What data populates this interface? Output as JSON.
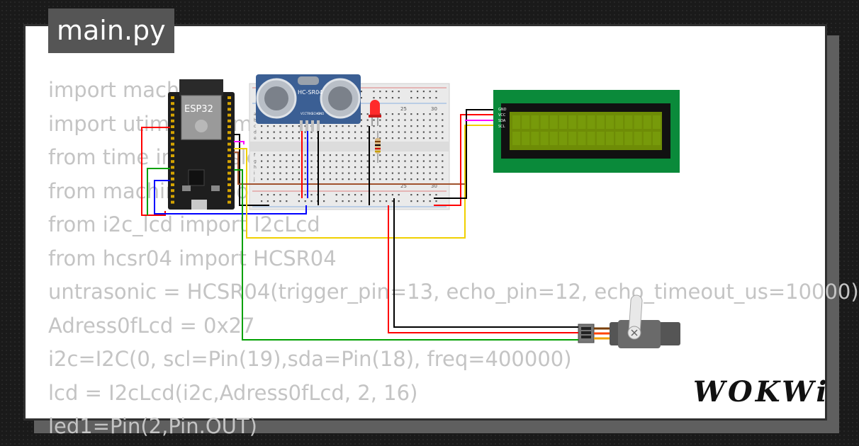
{
  "editor": {
    "file_tab": "main.py",
    "code_lines": [
      "import machine",
      "import utime as time",
      "from time import sleep",
      "from machine import Pin, I2C, PWM",
      "from i2c_lcd import I2cLcd",
      "from hcsr04 import HCSR04",
      "untrasonic = HCSR04(trigger_pin=13, echo_pin=12, echo_timeout_us=10000)",
      "Adress0fLcd = 0x27",
      "i2c=I2C(0, scl=Pin(19),sda=Pin(18), freq=400000)",
      "lcd = I2cLcd(i2c,Adress0fLcd, 2, 16)",
      "led1=Pin(2,Pin.OUT)"
    ]
  },
  "circuit": {
    "esp32_label": "ESP32",
    "sensor_label": "HC-SR04",
    "sensor_pins": [
      "VCC",
      "TRIG",
      "ECHO",
      "GND"
    ],
    "breadboard_col_labels": [
      "25",
      "30"
    ],
    "breadboard_row_labels": [
      "a",
      "b",
      "c",
      "d",
      "e",
      "f",
      "g",
      "h",
      "i",
      "j"
    ],
    "lcd_pins": [
      "GND",
      "VCC",
      "SDA",
      "SCL"
    ]
  },
  "brand": {
    "logo_text": "WOKWi"
  },
  "colors": {
    "lcd_board": "#0a8a3a",
    "lcd_screen": "#6e8c06",
    "sensor_board": "#3b5f94",
    "esp32_board": "#1e1e1e",
    "wire_red": "#ff0000",
    "wire_black": "#000000",
    "wire_blue": "#0000ff",
    "wire_green": "#00a000",
    "wire_yellow": "#f0d000",
    "wire_magenta": "#ff00ff",
    "wire_brown": "#a0522d",
    "servo_body": "#555555"
  }
}
